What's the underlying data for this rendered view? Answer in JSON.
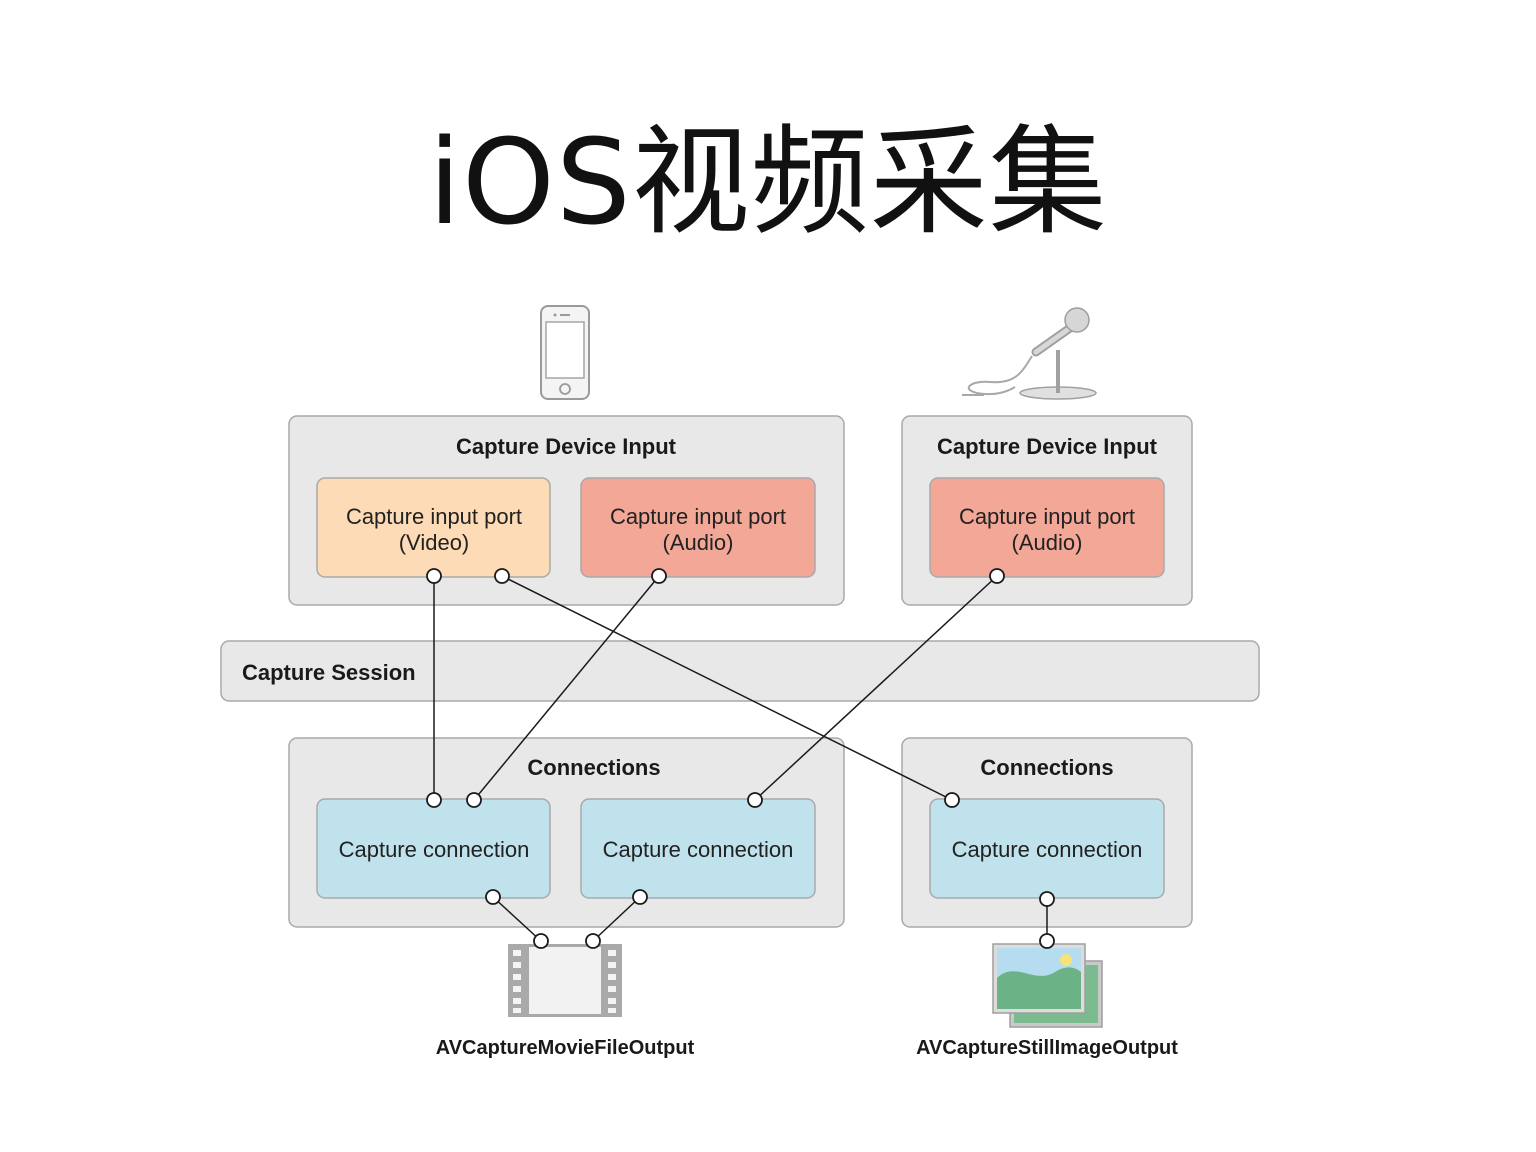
{
  "title": "iOS视频采集",
  "diagram": {
    "inputs": [
      {
        "title": "Capture Device Input",
        "device_icon": "iphone-icon",
        "ports": [
          {
            "line1": "Capture input port",
            "line2": "(Video)",
            "kind": "video"
          },
          {
            "line1": "Capture input port",
            "line2": "(Audio)",
            "kind": "audio"
          }
        ]
      },
      {
        "title": "Capture Device Input",
        "device_icon": "microphone-icon",
        "ports": [
          {
            "line1": "Capture input port",
            "line2": "(Audio)",
            "kind": "audio"
          }
        ]
      }
    ],
    "session": {
      "label": "Capture Session"
    },
    "connection_groups": [
      {
        "title": "Connections",
        "connections": [
          "Capture connection",
          "Capture connection"
        ]
      },
      {
        "title": "Connections",
        "connections": [
          "Capture connection"
        ]
      }
    ],
    "outputs": [
      {
        "label": "AVCaptureMovieFileOutput",
        "icon": "film-icon"
      },
      {
        "label": "AVCaptureStillImageOutput",
        "icon": "photo-icon"
      }
    ],
    "colors": {
      "panel_fill": "#e8e8e8",
      "panel_stroke": "#a9a9a9",
      "video_port": "#fcdbb6",
      "audio_port": "#f2a797",
      "connection": "#bfe2ed",
      "line": "#1a1a1a"
    }
  }
}
